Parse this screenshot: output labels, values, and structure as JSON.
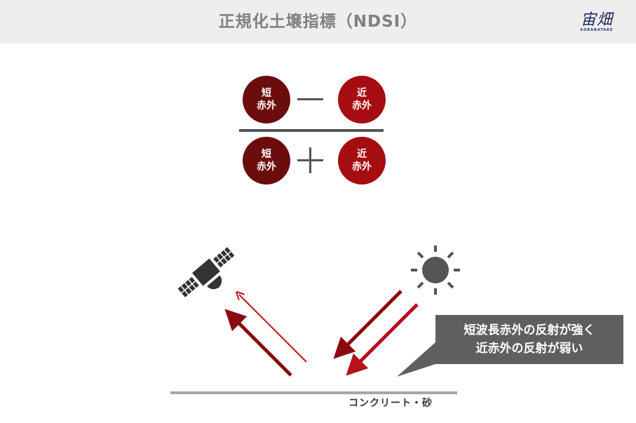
{
  "header": {
    "title": "正規化土壌指標（NDSI）",
    "logo_text": "宙畑",
    "logo_subtext": "SORABATAKE"
  },
  "formula": {
    "numerator": {
      "left": "短\n赤外",
      "operator": "minus",
      "right": "近\n赤外"
    },
    "denominator": {
      "left": "短\n赤外",
      "operator": "plus",
      "right": "近\n赤外"
    }
  },
  "diagram": {
    "callout_line1": "短波長赤外の反射が強く",
    "callout_line2": "近赤外の反射が弱い",
    "ground_label": "コンクリート・砂",
    "icons": [
      "satellite-icon",
      "sun-icon"
    ]
  },
  "colors": {
    "swir_circle": "#6b0d0d",
    "nir_circle": "#a50d12",
    "arrow_thick": "#8b0a0f",
    "arrow_thin": "#b5121b",
    "header_bg": "#eeeeee",
    "callout_bg": "#5f5f5f",
    "ground": "#a6a6a6"
  }
}
